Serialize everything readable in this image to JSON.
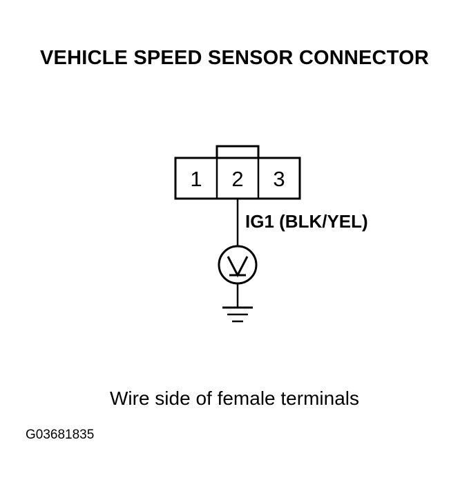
{
  "title": "VEHICLE SPEED SENSOR CONNECTOR",
  "connector": {
    "terminals": [
      "1",
      "2",
      "3"
    ]
  },
  "wire": {
    "label": "IG1 (BLK/YEL)"
  },
  "meter": {
    "symbol": "voltmeter-icon"
  },
  "ground": {
    "symbol": "ground-icon"
  },
  "caption": "Wire side of female terminals",
  "figure_id": "G03681835"
}
